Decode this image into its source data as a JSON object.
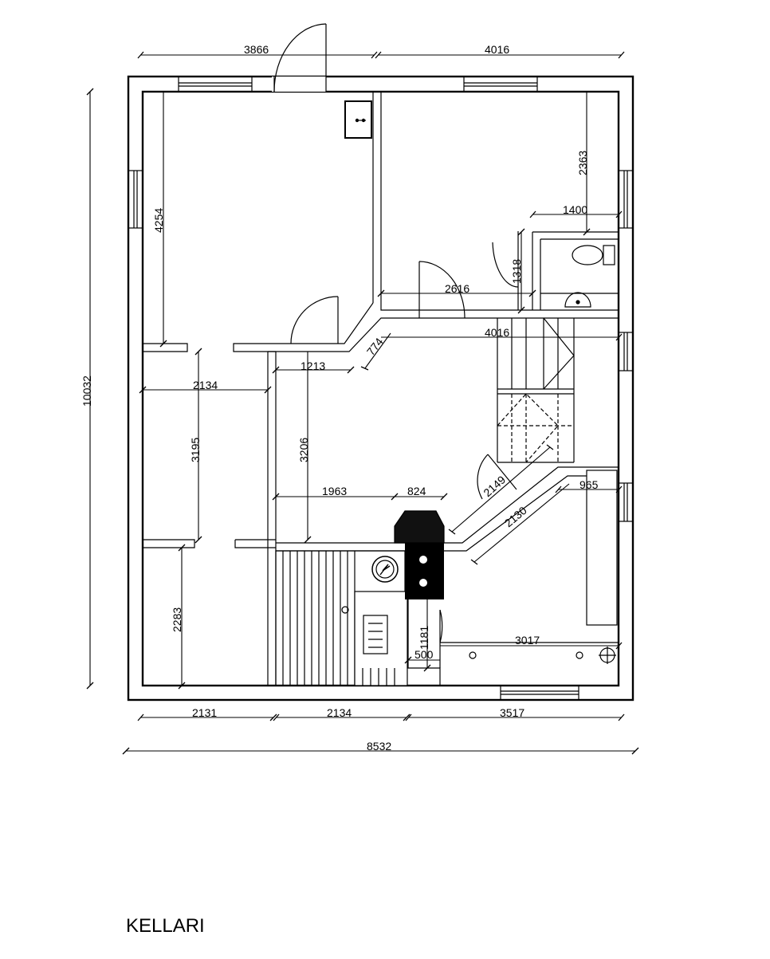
{
  "plan_title": "KELLARI",
  "dimensions": {
    "top_left": "3866",
    "top_right": "4016",
    "left_total": "10032",
    "room_left_height": "4254",
    "room_right_height": "2363",
    "wc_width": "1400",
    "wc_height": "1318",
    "room_right_width": "2616",
    "hall_width": "4016",
    "diagonal_short": "774",
    "hall_mid": "1213",
    "corridor_width": "2134",
    "corridor_height": "3195",
    "mid_height": "3206",
    "stair_span": "2149",
    "diagonal_long": "2130",
    "right_strip": "965",
    "lower_left": "1963",
    "lower_mid": "824",
    "bottom_left_height": "2283",
    "sauna_height": "1181",
    "small_gap": "500",
    "utility_width": "3017",
    "bottom_1": "2131",
    "bottom_2": "2134",
    "bottom_3": "3517",
    "bottom_total": "8532"
  }
}
